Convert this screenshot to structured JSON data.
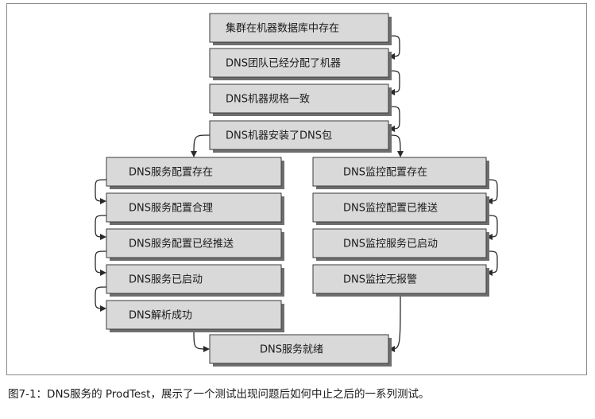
{
  "diagram": {
    "nodes": [
      {
        "id": "n1",
        "label": "集群在机器数据库中存在"
      },
      {
        "id": "n2",
        "label": "DNS团队已经分配了机器"
      },
      {
        "id": "n3",
        "label": "DNS机器规格一致"
      },
      {
        "id": "n4",
        "label": "DNS机器安装了DNS包"
      },
      {
        "id": "l1",
        "label": "DNS服务配置存在"
      },
      {
        "id": "l2",
        "label": "DNS服务配置合理"
      },
      {
        "id": "l3",
        "label": "DNS服务配置已经推送"
      },
      {
        "id": "l4",
        "label": "DNS服务已启动"
      },
      {
        "id": "l5",
        "label": "DNS解析成功"
      },
      {
        "id": "r1",
        "label": "DNS监控配置存在"
      },
      {
        "id": "r2",
        "label": "DNS监控配置已推送"
      },
      {
        "id": "r3",
        "label": "DNS监控服务已启动"
      },
      {
        "id": "r4",
        "label": "DNS监控无报警"
      },
      {
        "id": "b1",
        "label": "DNS服务就绪"
      }
    ],
    "edges": [
      {
        "from": "n1",
        "to": "n2"
      },
      {
        "from": "n2",
        "to": "n3"
      },
      {
        "from": "n3",
        "to": "n4"
      },
      {
        "from": "n4",
        "to": "l1"
      },
      {
        "from": "n4",
        "to": "r1"
      },
      {
        "from": "l1",
        "to": "l2"
      },
      {
        "from": "l2",
        "to": "l3"
      },
      {
        "from": "l3",
        "to": "l4"
      },
      {
        "from": "l4",
        "to": "l5"
      },
      {
        "from": "r1",
        "to": "r2"
      },
      {
        "from": "r2",
        "to": "r3"
      },
      {
        "from": "r3",
        "to": "r4"
      },
      {
        "from": "l5",
        "to": "b1"
      },
      {
        "from": "r4",
        "to": "b1"
      }
    ]
  },
  "caption": "图7-1：DNS服务的 ProdTest，展示了一个测试出现问题后如何中止之后的一系列测试。"
}
